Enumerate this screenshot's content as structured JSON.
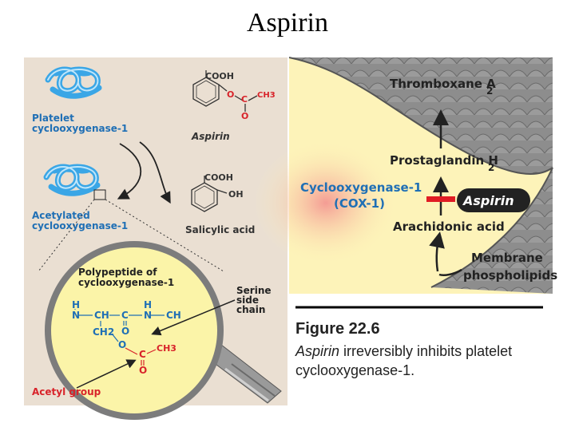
{
  "slide_title": "Aspirin",
  "left_panel": {
    "platelet_label_1": "Platelet",
    "platelet_label_2": "cyclooxygenase-1",
    "aspirin_cooh": "COOH",
    "aspirin_o": "O",
    "aspirin_c": "C",
    "aspirin_ch3": "CH3",
    "aspirin_o2": "O",
    "aspirin_name": "Aspirin",
    "acetylated_label_1": "Acetylated",
    "acetylated_label_2": "cyclooxygenase-1",
    "salicylic_cooh": "COOH",
    "salicylic_oh": "OH",
    "salicylic_name": "Salicylic acid",
    "polypeptide_label_1": "Polypeptide of",
    "polypeptide_label_2": "cyclooxygenase-1",
    "serine_label_1": "Serine",
    "serine_label_2": "side",
    "serine_label_3": "chain",
    "acetyl_group_label": "Acetyl group",
    "chem": {
      "h1": "H",
      "n1": "N",
      "ch1": "CH",
      "c1": "C",
      "h2": "H",
      "n2": "N",
      "ch_end": "CH",
      "o_carbonyl": "O",
      "ch2": "CH2",
      "o_ester": "O",
      "c_acetyl": "C",
      "ch3": "CH3",
      "o_acetyl": "O"
    }
  },
  "right_panel": {
    "thromboxane": "Thromboxane A",
    "thromboxane_sub": "2",
    "prostaglandin": "Prostaglandin H",
    "prostaglandin_sub": "2",
    "cox_line1": "Cyclooxygenase-1",
    "cox_line2": "(COX-1)",
    "aspirin_badge": "Aspirin",
    "arachidonic": "Arachidonic acid",
    "membrane_1": "Membrane",
    "membrane_2": "phospholipids"
  },
  "caption": {
    "figure_label": "Figure 22.6",
    "line1_italic": "Aspirin",
    "line1_rest": " irreversibly inhibits platelet",
    "line2": "cyclooxygenase-1."
  },
  "colors": {
    "left_bg": "#eadfd2",
    "right_bg": "#fdf3b9",
    "gray_region": "#8a8a8a",
    "blue_text": "#1f6fb5",
    "red_text": "#d8232a",
    "inhibit_bar": "#e01c24",
    "magnifier_lens": "#fbf4a8"
  }
}
